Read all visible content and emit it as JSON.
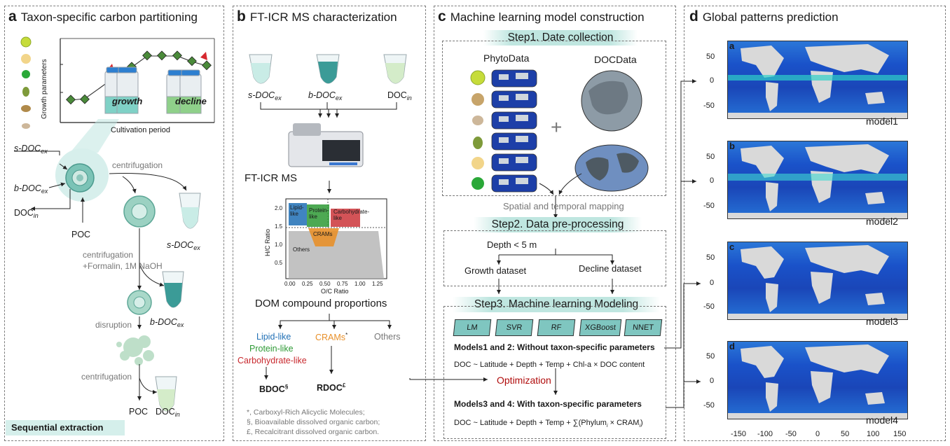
{
  "panel_a": {
    "letter": "a",
    "title": "Taxon-specific carbon partitioning",
    "ylabel": "Growth parameters",
    "xlabel": "Cultivation period",
    "growth": "growth",
    "decline": "decline",
    "centrifugation1": "centrifugation",
    "centrifugation2": "centrifugation",
    "formalin": "+Formalin, 1M NaOH",
    "disruption": "disruption",
    "centrifugation3": "centrifugation",
    "poc_in": "POC",
    "poc_out": "POC",
    "footer": "Sequential extraction",
    "sdoc_main": "s-DOC",
    "sdoc_sub": "ex",
    "bdoc_main": "b-DOC",
    "bdoc_sub": "ex",
    "docin_main": "DOC",
    "docin_sub": "in"
  },
  "panel_b": {
    "letter": "b",
    "title": "FT-ICR MS characterization",
    "sdoc_main": "s-DOC",
    "sdoc_sub": "ex",
    "bdoc_main": "b-DOC",
    "bdoc_sub": "ex",
    "docin_main": "DOC",
    "docin_sub": "in",
    "instrument": "FT-ICR  MS",
    "plot_ylabel": "H/C Ratio",
    "plot_xlabel": "O/C Ratio",
    "plot_yticks": [
      "2.0",
      "1.5",
      "1.0",
      "0.5"
    ],
    "plot_xticks": [
      "0.00",
      "0.25",
      "0.50",
      "0.75",
      "1.00",
      "1.25"
    ],
    "region_lipid": "Lipid-like",
    "region_protein": "Protein-like",
    "region_carb": "Carbohydrate-like",
    "region_crams": "CRAMs",
    "region_others": "Others",
    "compound_title": "DOM compound proportions",
    "lipid": "Lipid-like",
    "protein": "Protein-like",
    "carbohydrate": "Carbohydrate-like",
    "crams": "CRAMs",
    "crams_mark": "*",
    "others": "Others",
    "bdoc_label": "BDOC",
    "bdoc_mark": "§",
    "rdoc_label": "RDOC",
    "rdoc_mark": "£",
    "note1": "*, Carboxyl-Rich Alicyclic Molecules;",
    "note2": "§, Bioavailable dissolved organic carbon;",
    "note3": "£, Recalcitrant dissolved organic carbon."
  },
  "panel_c": {
    "letter": "c",
    "title": "Machine learning model construction",
    "step1": "Step1. Date collection",
    "phyto": "PhytoData",
    "doc": "DOCData",
    "plus": "+",
    "mapping": "Spatial and temporal mapping",
    "step2": "Step2. Data pre-processing",
    "depth": "Depth < 5 m",
    "growth_ds": "Growth dataset",
    "decline_ds": "Decline dataset",
    "step3": "Step3. Machine learning Modeling",
    "models": [
      "LM",
      "SVR",
      "RF",
      "XGBoost",
      "NNET"
    ],
    "m12": "Models1 and 2: Without taxon-specific parameters",
    "eq1": "DOC ~ Latitude + Depth + Temp + Chl-a × DOC content",
    "optimization": "Optimization",
    "m34": "Models3 and 4: With taxon-specific parameters",
    "eq2_a": "DOC ~ Latitude + Depth + Temp + ∑(Phylum",
    "eq2_b": "i",
    "eq2_c": " × CRAM",
    "eq2_d": "i",
    "eq2_e": ")"
  },
  "panel_d": {
    "letter": "d",
    "title": "Global patterns prediction",
    "maps": [
      {
        "tag": "a",
        "name": "model1"
      },
      {
        "tag": "b",
        "name": "model2"
      },
      {
        "tag": "c",
        "name": "model3"
      },
      {
        "tag": "d",
        "name": "model4"
      }
    ],
    "yticks": [
      "50",
      "0",
      "-50"
    ],
    "xticks": [
      "-150",
      "-100",
      "-50",
      "0",
      "50",
      "100",
      "150"
    ]
  },
  "colors": {
    "teal": "#7fc6c0",
    "lipid": "#1f6fb5",
    "protein": "#2e9a35",
    "carbohydrate": "#c8282d",
    "crams": "#e8902a",
    "optimization": "#b00c0c",
    "ocean": "#1a52c9",
    "land": "#d9d9d9"
  }
}
